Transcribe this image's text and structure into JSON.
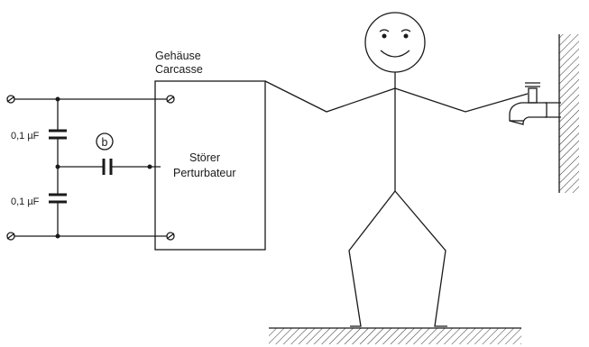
{
  "labels": {
    "housing_de": "Gehäuse",
    "housing_fr": "Carcasse",
    "device_de": "Störer",
    "device_fr": "Perturbateur",
    "cap_top": "0,1 µF",
    "cap_bottom": "0,1 µF",
    "marker": "b"
  }
}
